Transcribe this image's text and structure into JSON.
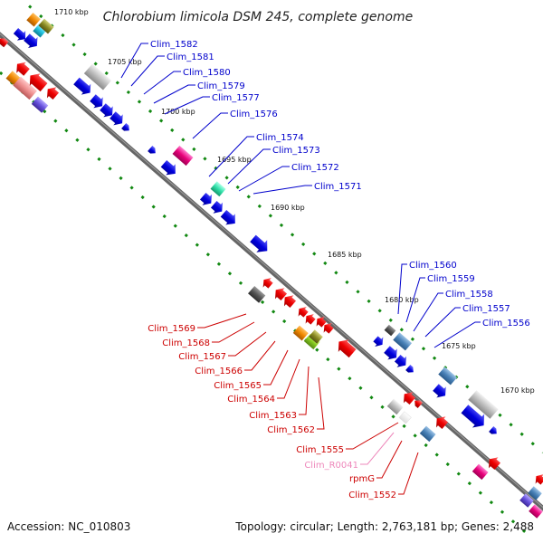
{
  "title": "Chlorobium limicola DSM 245, complete genome",
  "footer": {
    "accession": "Accession: NC_010803",
    "topology": "Topology: circular; Length: 2,763,181 bp; Genes: 2,488"
  },
  "scale_ticks": [
    "1710 kbp",
    "1705 kbp",
    "1700 kbp",
    "1695 kbp",
    "1690 kbp",
    "1685 kbp",
    "1680 kbp",
    "1675 kbp",
    "1670 kbp"
  ],
  "labels_forward": [
    "Clim_1582",
    "Clim_1581",
    "Clim_1580",
    "Clim_1579",
    "Clim_1577",
    "Clim_1576",
    "Clim_1574",
    "Clim_1573",
    "Clim_1572",
    "Clim_1571",
    "Clim_1560",
    "Clim_1559",
    "Clim_1558",
    "Clim_1557",
    "Clim_1556"
  ],
  "labels_reverse": [
    "Clim_1569",
    "Clim_1568",
    "Clim_1567",
    "Clim_1566",
    "Clim_1565",
    "Clim_1564",
    "Clim_1563",
    "Clim_1562",
    "Clim_1555",
    "Clim_R0041",
    "rpmG",
    "Clim_1552"
  ],
  "colors": {
    "forward": "#0000cc",
    "reverse": "#cc0000",
    "rna": "#ee88bb",
    "backbone": "#666666",
    "tick": "#118811"
  }
}
